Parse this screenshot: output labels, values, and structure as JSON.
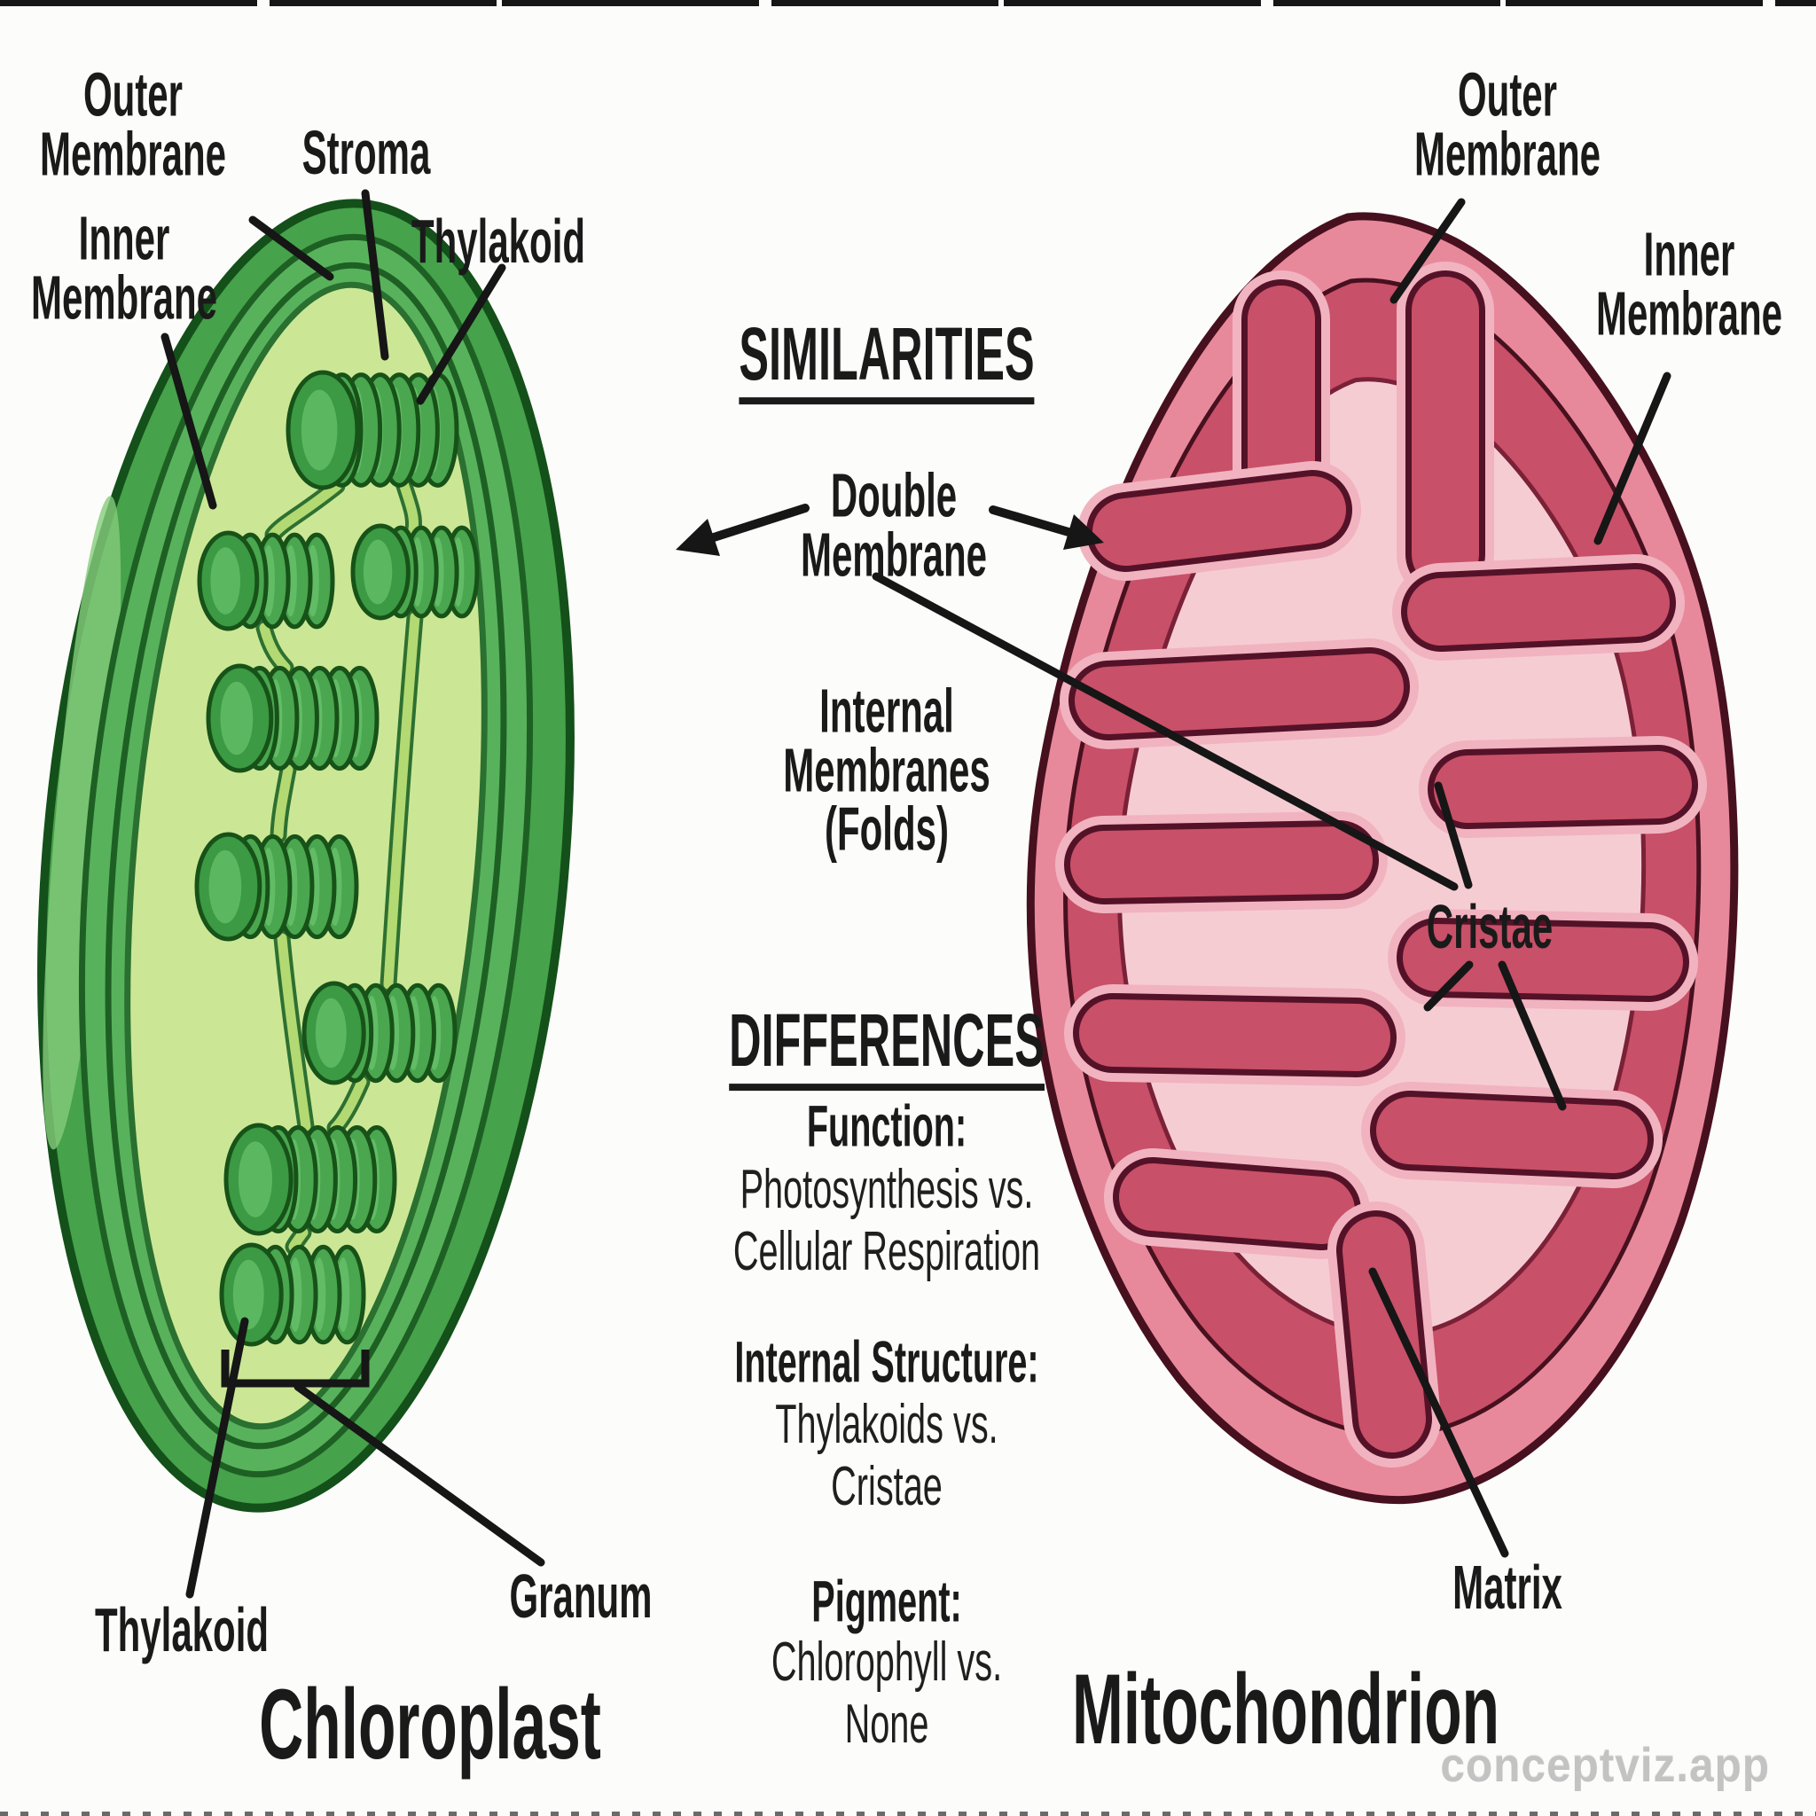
{
  "page": {
    "watermark": "conceptviz.app"
  },
  "colors": {
    "text": "#1a1a1a",
    "watermark": "#c3c3c3",
    "line": "#161616",
    "chloro_outline": "#14501a",
    "chloro_outline2": "#1e6023",
    "chloro_mid": "#46a24b",
    "chloro_mid2": "#58b25c",
    "stroma": "#cbe795",
    "chloro_sheen": "#85cc7c",
    "granum_disc": "#4aa64f",
    "granum_outline": "#175218",
    "granum_cap": "#3b9a43",
    "granum_cap_sheen": "#5cb761",
    "granum_disc_sheen": "#66c06a",
    "lamella_light": "#b3d973",
    "lamella_dark": "#2d7031",
    "mito_outline": "#47101f",
    "mito_pink": "#e8899b",
    "mito_crimson": "#c85068",
    "matrix_fill": "#f6ccd3",
    "matrix_rim": "#7a2138",
    "crista_halo": "#f1b3c0",
    "crista_dark": "#541228"
  },
  "chloroplast": {
    "title": "Chloroplast",
    "labels": {
      "outer_membrane": "Outer\nMembrane",
      "inner_membrane": "Inner\nMembrane",
      "stroma": "Stroma",
      "thylakoid_top": "Thylakoid",
      "thylakoid_bottom": "Thylakoid",
      "granum": "Granum"
    }
  },
  "mitochondrion": {
    "title": "Mitochondrion",
    "labels": {
      "outer_membrane": "Outer\nMembrane",
      "inner_membrane": "Inner\nMembrane",
      "cristae": "Cristae",
      "matrix": "Matrix"
    }
  },
  "comparison": {
    "similarities": {
      "heading": "SIMILARITIES",
      "double_membrane": "Double\nMembrane",
      "internal_membranes": "Internal\nMembranes\n(Folds)"
    },
    "differences": {
      "heading": "DIFFERENCES",
      "rows": [
        {
          "label": "Function:",
          "value": "Photosynthesis vs.\nCellular Respiration"
        },
        {
          "label": "Internal Structure:",
          "value": "Thylakoids vs.\nCristae"
        },
        {
          "label": "Pigment:",
          "value": "Chlorophyll vs.\nNone"
        }
      ]
    }
  }
}
